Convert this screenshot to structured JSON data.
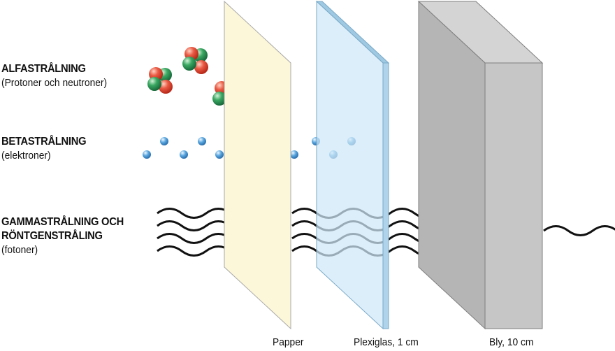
{
  "labels": {
    "alpha": {
      "title": "ALFASTRÅLNING",
      "sub": "(Protoner och neutroner)"
    },
    "beta": {
      "title": "BETASTRÅLNING",
      "sub": "(elektroner)"
    },
    "gamma": {
      "title1": "GAMMASTRÅLNING OCH",
      "title2": "RÖNTGENSTRÅLING",
      "sub": "(fotoner)"
    }
  },
  "barriers": {
    "paper": "Papper",
    "plexiglass": "Plexiglas, 1 cm",
    "lead": "Bly, 10 cm"
  },
  "colors": {
    "paper_fill": "#fdf7d9",
    "plexi_fill": "#cfe8f7",
    "lead_front": "#c4c4c4",
    "lead_side": "#b2b2b2",
    "proton": "#e0493a",
    "neutron": "#2e9a55",
    "electron": "#3b8fd0"
  }
}
